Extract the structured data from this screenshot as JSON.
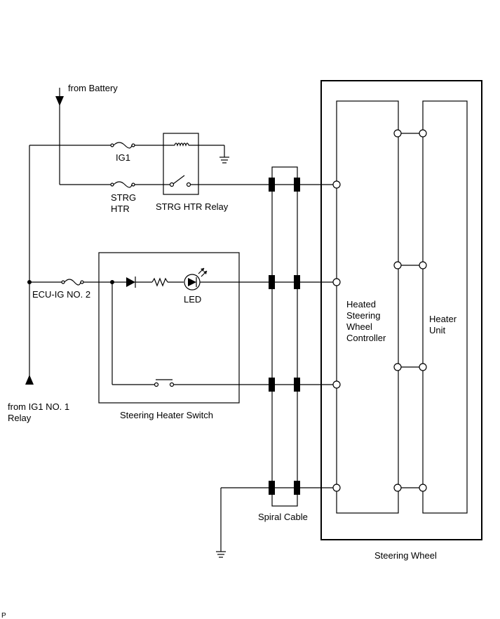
{
  "labels": {
    "from_battery": "from Battery",
    "ig1": "IG1",
    "strg_htr_line1": "STRG",
    "strg_htr_line2": "HTR",
    "strg_htr_relay": "STRG HTR Relay",
    "ecu_ig_no2": "ECU-IG NO. 2",
    "led": "LED",
    "from_ig1_line1": "from IG1 NO. 1",
    "from_ig1_line2": "Relay",
    "steering_heater_switch": "Steering Heater Switch",
    "spiral_cable": "Spiral Cable",
    "heated_line1": "Heated",
    "heated_line2": "Steering",
    "heated_line3": "Wheel",
    "heated_line4": "Controller",
    "heater_line1": "Heater",
    "heater_line2": "Unit",
    "steering_wheel": "Steering Wheel",
    "corner_mark": "P"
  }
}
